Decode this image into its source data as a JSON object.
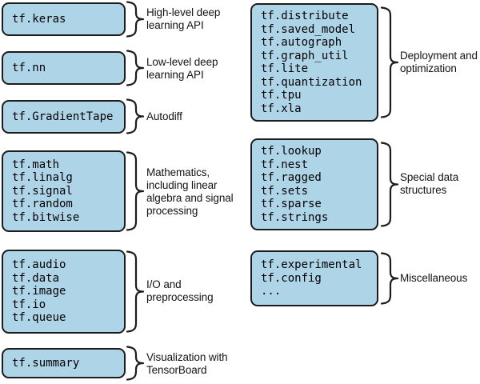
{
  "figure": {
    "description": "TensorFlow Python API structure diagram",
    "colors": {
      "box_fill": "#aed4e8",
      "box_border": "#1c1c1c",
      "text": "#000000"
    }
  },
  "groups": [
    {
      "id": "keras",
      "modules": [
        "tf.keras"
      ],
      "label": [
        "High-level deep",
        "learning API"
      ]
    },
    {
      "id": "nn",
      "modules": [
        "tf.nn"
      ],
      "label": [
        "Low-level deep",
        "learning API"
      ]
    },
    {
      "id": "gradient-tape",
      "modules": [
        "tf.GradientTape"
      ],
      "label": [
        "Autodiff"
      ]
    },
    {
      "id": "math",
      "modules": [
        "tf.math",
        "tf.linalg",
        "tf.signal",
        "tf.random",
        "tf.bitwise"
      ],
      "label": [
        "Mathematics,",
        "including linear",
        "algebra and signal",
        "processing"
      ]
    },
    {
      "id": "io",
      "modules": [
        "tf.audio",
        "tf.data",
        "tf.image",
        "tf.io",
        "tf.queue"
      ],
      "label": [
        "I/O and",
        "preprocessing"
      ]
    },
    {
      "id": "summary",
      "modules": [
        "tf.summary"
      ],
      "label": [
        "Visualization with",
        "TensorBoard"
      ]
    },
    {
      "id": "deployment",
      "modules": [
        "tf.distribute",
        "tf.saved_model",
        "tf.autograph",
        "tf.graph_util",
        "tf.lite",
        "tf.quantization",
        "tf.tpu",
        "tf.xla"
      ],
      "label": [
        "Deployment and",
        "optimization"
      ]
    },
    {
      "id": "special-data",
      "modules": [
        "tf.lookup",
        "tf.nest",
        "tf.ragged",
        "tf.sets",
        "tf.sparse",
        "tf.strings"
      ],
      "label": [
        "Special data",
        "structures"
      ]
    },
    {
      "id": "misc",
      "modules": [
        "tf.experimental",
        "tf.config",
        "..."
      ],
      "label": [
        "Miscellaneous"
      ]
    }
  ]
}
